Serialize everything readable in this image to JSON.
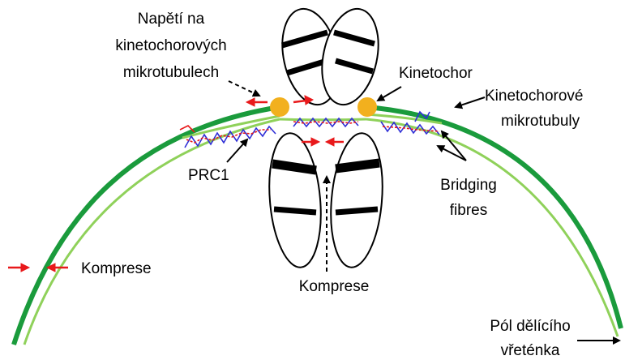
{
  "labels": {
    "tension_line1": "Napětí na",
    "tension_line2": "kinetochorových",
    "tension_line3": "mikrotubulech",
    "kinetochore": "Kinetochor",
    "kmt_line1": "Kinetochorové",
    "kmt_line2": "mikrotubuly",
    "prc1": "PRC1",
    "bridging_line1": "Bridging",
    "bridging_line2": "fibres",
    "compression_left": "Komprese",
    "compression_center": "Komprese",
    "pole_line1": "Pól dělícího",
    "pole_line2": "vřeténka"
  },
  "colors": {
    "kinetochore_mt": "#1a9b3c",
    "bridging_mt": "#8fd15a",
    "kinetochore": "#f2b01e",
    "force_arrow": "#e8191b",
    "prc1_blue": "#2f2fd6",
    "chromosome_band": "#000000"
  },
  "icons": [
    "kinetochore-dot",
    "force-arrow",
    "prc1-crosslink",
    "chromosome"
  ]
}
